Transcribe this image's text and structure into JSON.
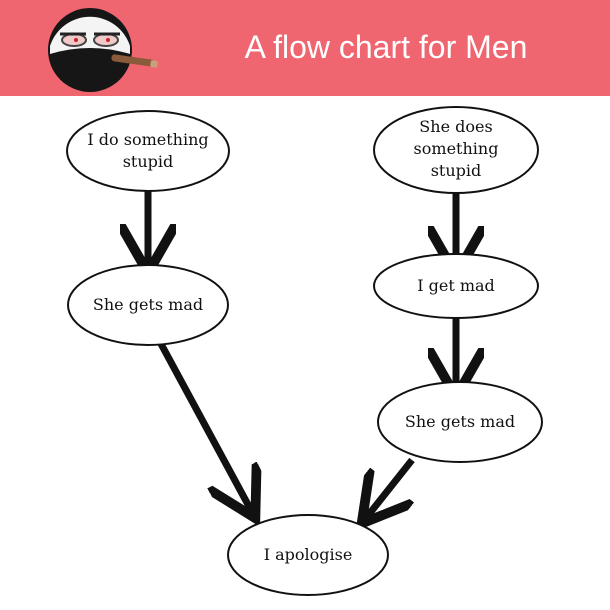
{
  "header": {
    "title": "A flow chart for Men",
    "background": "#ef6670",
    "mascot_icon": "cigar-smoking-ball-mascot-icon"
  },
  "flowchart": {
    "nodes": {
      "i_do_something_stupid": "I do something\nstupid",
      "she_gets_mad_left": "She gets mad",
      "she_does_something_stupid": "She does\nsomething\nstupid",
      "i_get_mad": "I get mad",
      "she_gets_mad_right": "She gets mad",
      "i_apologise": "I apologise"
    },
    "edges": [
      [
        "i_do_something_stupid",
        "she_gets_mad_left"
      ],
      [
        "she_does_something_stupid",
        "i_get_mad"
      ],
      [
        "i_get_mad",
        "she_gets_mad_right"
      ],
      [
        "she_gets_mad_left",
        "i_apologise"
      ],
      [
        "she_gets_mad_right",
        "i_apologise"
      ]
    ]
  }
}
